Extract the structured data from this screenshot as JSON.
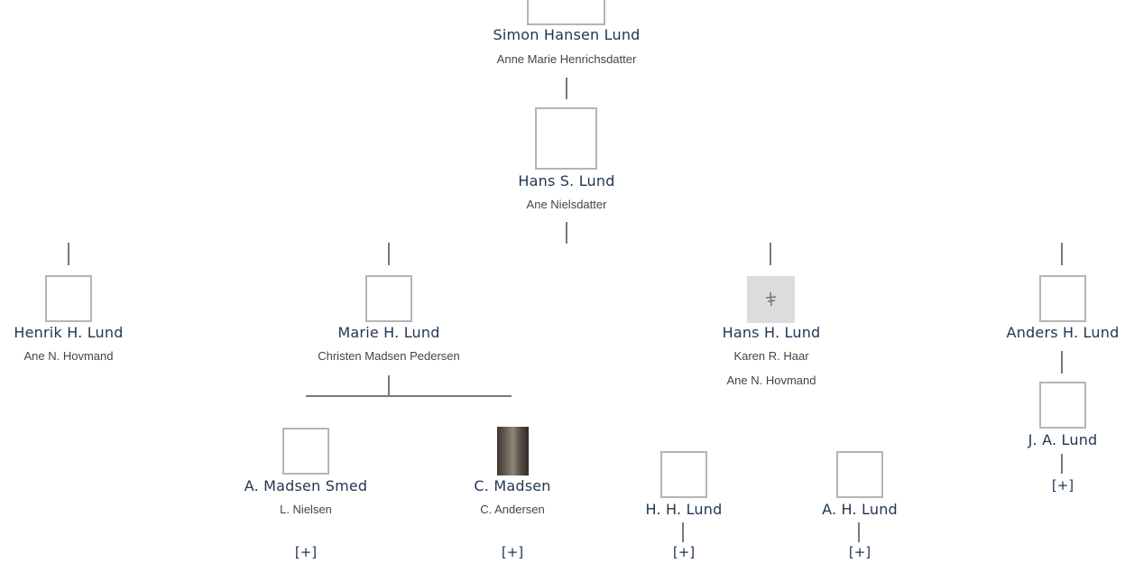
{
  "people": {
    "simon": {
      "name": "Simon Hansen Lund",
      "spouse": "Anne Marie Henrichsdatter"
    },
    "hans_s": {
      "name": "Hans S. Lund",
      "spouse": "Ane Nielsdatter"
    },
    "henrik": {
      "name": "Henrik H. Lund",
      "spouse": "Ane N. Hovmand"
    },
    "marie": {
      "name": "Marie H. Lund",
      "spouse": "Christen Madsen Pedersen"
    },
    "hans_h": {
      "name": "Hans H. Lund",
      "spouse1": "Karen R. Haar",
      "spouse2": "Ane N. Hovmand"
    },
    "anders": {
      "name": "Anders H. Lund"
    },
    "a_madsen": {
      "name": "A. Madsen Smed",
      "spouse": "L. Nielsen"
    },
    "c_madsen": {
      "name": "C. Madsen",
      "spouse": "C. Andersen"
    },
    "h_h_lund": {
      "name": "H. H. Lund"
    },
    "a_h_lund": {
      "name": "A. H. Lund"
    },
    "j_a_lund": {
      "name": "J. A. Lund"
    }
  },
  "expand_label": "[+]",
  "colors": {
    "name_text": "#1f3550",
    "line": "#7a7a7a",
    "frame": "#b5b5b5"
  }
}
